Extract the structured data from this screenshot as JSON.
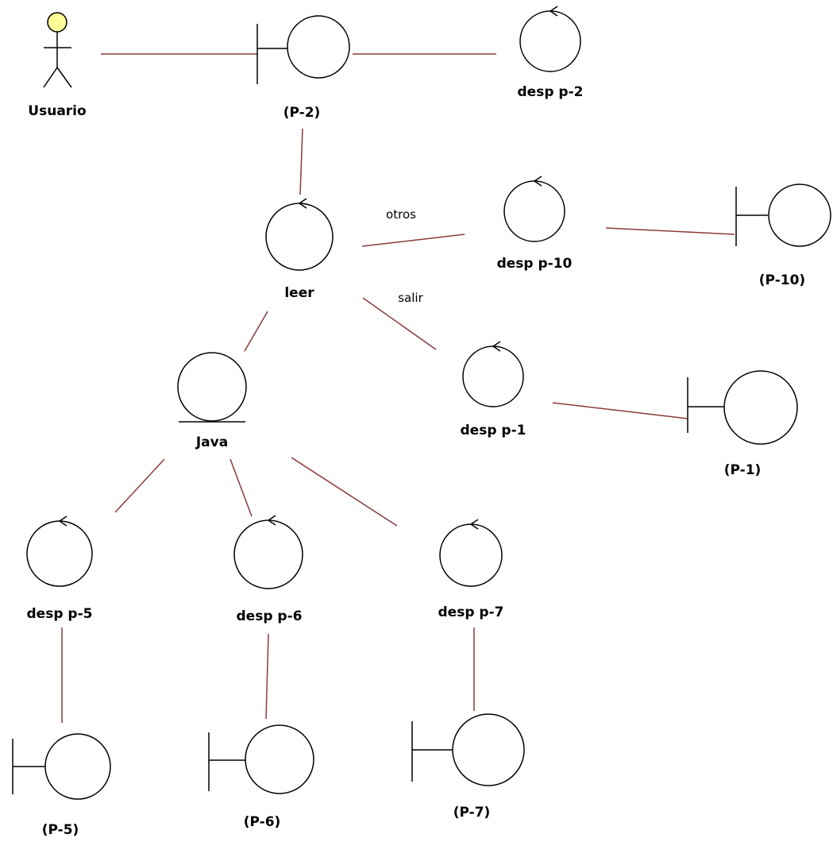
{
  "diagram": {
    "colors": {
      "connector": "#8b3a3a",
      "actor_head": "#ffff99",
      "stroke": "#000000"
    },
    "nodes": {
      "usuario": "Usuario",
      "p2": "(P-2)",
      "desp_p2": "desp p-2",
      "leer": "leer",
      "desp_p10": "desp p-10",
      "p10": "(P-10)",
      "java": "Java",
      "desp_p1": "desp p-1",
      "p1": "(P-1)",
      "desp_p5": "desp p-5",
      "desp_p6": "desp p-6",
      "desp_p7": "desp p-7",
      "p5": "(P-5)",
      "p6": "(P-6)",
      "p7": "(P-7)"
    },
    "edge_labels": {
      "otros": "otros",
      "salir": "salir"
    }
  }
}
